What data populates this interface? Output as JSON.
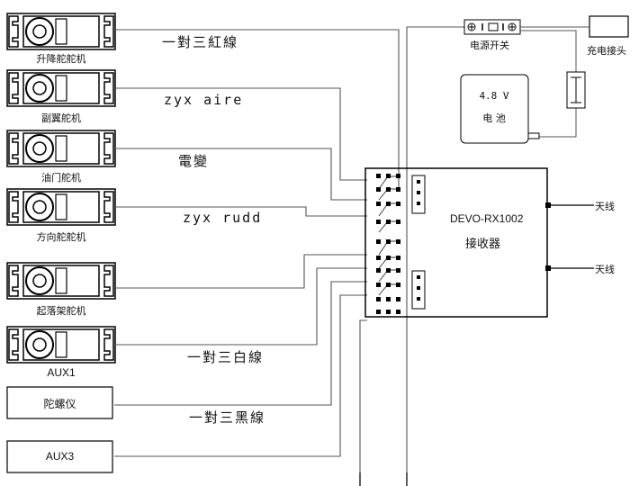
{
  "servos": [
    {
      "label": "升降舵舵机"
    },
    {
      "label": "副翼舵机"
    },
    {
      "label": "油门舵机"
    },
    {
      "label": "方向舵舵机"
    },
    {
      "label": "起落架舵机"
    },
    {
      "label": "AUX1"
    }
  ],
  "boxes": [
    {
      "label": "陀螺仪"
    },
    {
      "label": "AUX3"
    }
  ],
  "wire_labels": [
    {
      "text": "一對三紅線"
    },
    {
      "text": "zyx aire"
    },
    {
      "text": "電變"
    },
    {
      "text": "zyx rudd"
    },
    {
      "text": "一對三白線"
    },
    {
      "text": "一對三黑線"
    }
  ],
  "receiver": {
    "model": "DEVO-RX1002",
    "name": "接收器"
  },
  "antennas": [
    {
      "label": "天线"
    },
    {
      "label": "天线"
    }
  ],
  "power_switch": {
    "label": "电源开关"
  },
  "charge_plug": {
    "label": "充电接头"
  },
  "battery": {
    "voltage": "4.8 V",
    "label": "电 池"
  }
}
